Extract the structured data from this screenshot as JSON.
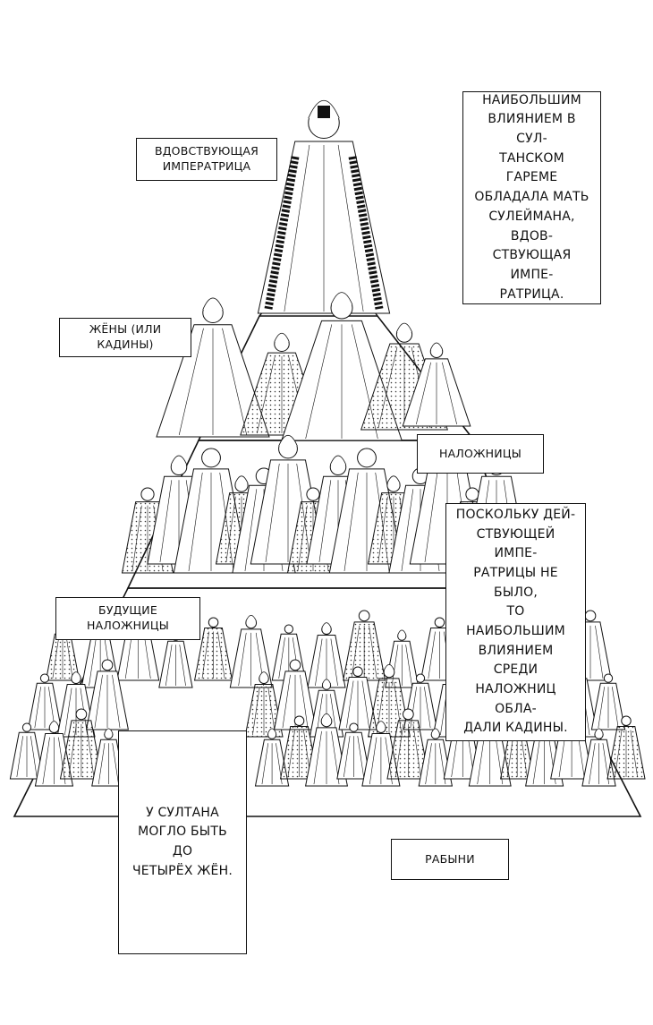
{
  "diagram": {
    "tiers": [
      {
        "key": "empress",
        "label": "Вдовствующая\nимператрица",
        "figures": 1
      },
      {
        "key": "wives",
        "label": "Жёны (или кадины)",
        "figures": 5
      },
      {
        "key": "concubines",
        "label": "Наложницы",
        "figures": 14
      },
      {
        "key": "future",
        "label": "Будущие наложницы",
        "figures": 0
      },
      {
        "key": "slaves",
        "label": "Рабыни",
        "figures": 40
      }
    ],
    "notes": {
      "empress_note": "Наибольшим\nвлиянием в сул-\nтанском гареме\nобладала мать\nСулеймана, вдов-\nствующая импе-\nратрица.",
      "concubines_note": "Поскольку дей-\nствующей импе-\nратрицы не было,\nто наибольшим\nвлиянием среди\nналожниц обла-\nдали кадины.",
      "wives_note": "У султана\nмогло быть до\nчетырёх жён."
    },
    "colors": {
      "ink": "#111111",
      "paper": "#ffffff",
      "hatch": "#555555"
    }
  }
}
